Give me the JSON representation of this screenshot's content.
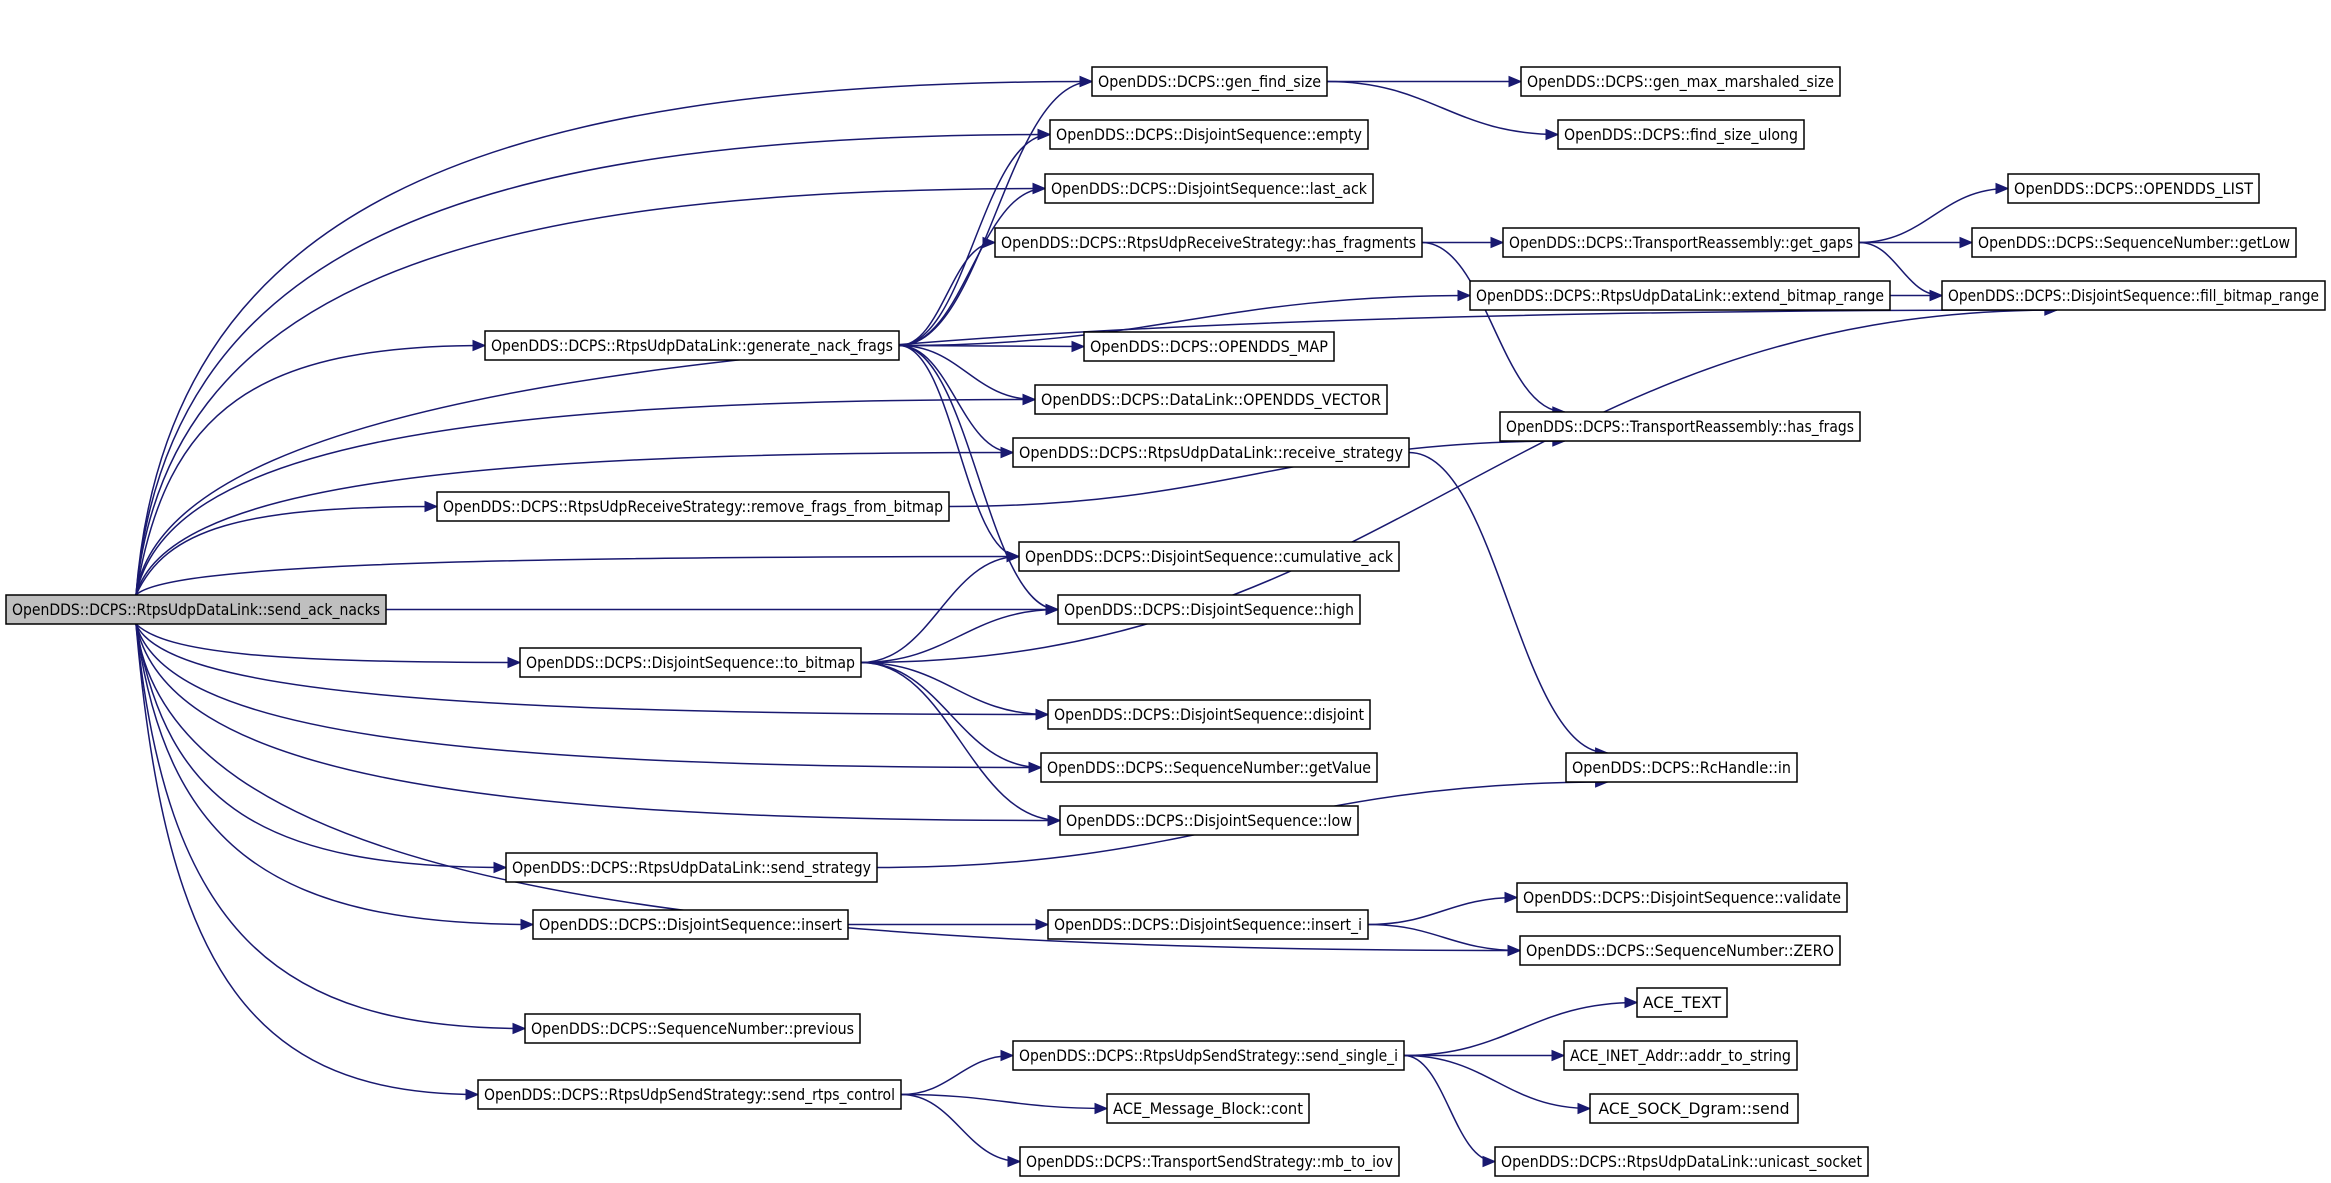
{
  "colors": {
    "edge": "#191970",
    "node_fill": "#ffffff",
    "root_fill": "#bfbfbf",
    "border": "#000000"
  },
  "nodes": [
    {
      "id": "n_root",
      "label": "OpenDDS::DCPS::RtpsUdpDataLink::send_ack_nacks"
    },
    {
      "id": "n_gen_find_size",
      "label": "OpenDDS::DCPS::gen_find_size"
    },
    {
      "id": "n_gen_max_marshaled_size",
      "label": "OpenDDS::DCPS::gen_max_marshaled_size"
    },
    {
      "id": "n_find_size_ulong",
      "label": "OpenDDS::DCPS::find_size_ulong"
    },
    {
      "id": "n_ds_empty",
      "label": "OpenDDS::DCPS::DisjointSequence::empty"
    },
    {
      "id": "n_ds_last_ack",
      "label": "OpenDDS::DCPS::DisjointSequence::last_ack"
    },
    {
      "id": "n_opendds_list",
      "label": "OpenDDS::DCPS::OPENDDS_LIST"
    },
    {
      "id": "n_has_fragments",
      "label": "OpenDDS::DCPS::RtpsUdpReceiveStrategy::has_fragments"
    },
    {
      "id": "n_get_gaps",
      "label": "OpenDDS::DCPS::TransportReassembly::get_gaps"
    },
    {
      "id": "n_sn_getlow",
      "label": "OpenDDS::DCPS::SequenceNumber::getLow"
    },
    {
      "id": "n_extend_bitmap",
      "label": "OpenDDS::DCPS::RtpsUdpDataLink::extend_bitmap_range"
    },
    {
      "id": "n_fill_bitmap",
      "label": "OpenDDS::DCPS::DisjointSequence::fill_bitmap_range"
    },
    {
      "id": "n_gen_nack_frags",
      "label": "OpenDDS::DCPS::RtpsUdpDataLink::generate_nack_frags"
    },
    {
      "id": "n_opendds_map",
      "label": "OpenDDS::DCPS::OPENDDS_MAP"
    },
    {
      "id": "n_opendds_vector",
      "label": "OpenDDS::DCPS::DataLink::OPENDDS_VECTOR"
    },
    {
      "id": "n_has_frags",
      "label": "OpenDDS::DCPS::TransportReassembly::has_frags"
    },
    {
      "id": "n_receive_strategy",
      "label": "OpenDDS::DCPS::RtpsUdpDataLink::receive_strategy"
    },
    {
      "id": "n_remove_frags",
      "label": "OpenDDS::DCPS::RtpsUdpReceiveStrategy::remove_frags_from_bitmap"
    },
    {
      "id": "n_cumulative_ack",
      "label": "OpenDDS::DCPS::DisjointSequence::cumulative_ack"
    },
    {
      "id": "n_high",
      "label": "OpenDDS::DCPS::DisjointSequence::high"
    },
    {
      "id": "n_to_bitmap",
      "label": "OpenDDS::DCPS::DisjointSequence::to_bitmap"
    },
    {
      "id": "n_disjoint",
      "label": "OpenDDS::DCPS::DisjointSequence::disjoint"
    },
    {
      "id": "n_getvalue",
      "label": "OpenDDS::DCPS::SequenceNumber::getValue"
    },
    {
      "id": "n_rchandle_in",
      "label": "OpenDDS::DCPS::RcHandle::in"
    },
    {
      "id": "n_low",
      "label": "OpenDDS::DCPS::DisjointSequence::low"
    },
    {
      "id": "n_send_strategy",
      "label": "OpenDDS::DCPS::RtpsUdpDataLink::send_strategy"
    },
    {
      "id": "n_validate",
      "label": "OpenDDS::DCPS::DisjointSequence::validate"
    },
    {
      "id": "n_insert",
      "label": "OpenDDS::DCPS::DisjointSequence::insert"
    },
    {
      "id": "n_insert_i",
      "label": "OpenDDS::DCPS::DisjointSequence::insert_i"
    },
    {
      "id": "n_zero",
      "label": "OpenDDS::DCPS::SequenceNumber::ZERO"
    },
    {
      "id": "n_ace_text",
      "label": "ACE_TEXT"
    },
    {
      "id": "n_previous",
      "label": "OpenDDS::DCPS::SequenceNumber::previous"
    },
    {
      "id": "n_send_single_i",
      "label": "OpenDDS::DCPS::RtpsUdpSendStrategy::send_single_i"
    },
    {
      "id": "n_addr_to_string",
      "label": "ACE_INET_Addr::addr_to_string"
    },
    {
      "id": "n_send_rtps_control",
      "label": "OpenDDS::DCPS::RtpsUdpSendStrategy::send_rtps_control"
    },
    {
      "id": "n_ace_cont",
      "label": "ACE_Message_Block::cont"
    },
    {
      "id": "n_dgram_send",
      "label": "ACE_SOCK_Dgram::send"
    },
    {
      "id": "n_mb_to_iov",
      "label": "OpenDDS::DCPS::TransportSendStrategy::mb_to_iov"
    },
    {
      "id": "n_unicast_socket",
      "label": "OpenDDS::DCPS::RtpsUdpDataLink::unicast_socket"
    }
  ],
  "edges": [
    [
      "n_root",
      "n_gen_nack_frags"
    ],
    [
      "n_root",
      "n_gen_find_size"
    ],
    [
      "n_root",
      "n_ds_empty"
    ],
    [
      "n_root",
      "n_ds_last_ack"
    ],
    [
      "n_root",
      "n_fill_bitmap"
    ],
    [
      "n_root",
      "n_opendds_vector"
    ],
    [
      "n_root",
      "n_receive_strategy"
    ],
    [
      "n_root",
      "n_remove_frags"
    ],
    [
      "n_root",
      "n_cumulative_ack"
    ],
    [
      "n_root",
      "n_high"
    ],
    [
      "n_root",
      "n_to_bitmap"
    ],
    [
      "n_root",
      "n_disjoint"
    ],
    [
      "n_root",
      "n_getvalue"
    ],
    [
      "n_root",
      "n_low"
    ],
    [
      "n_root",
      "n_send_strategy"
    ],
    [
      "n_root",
      "n_insert"
    ],
    [
      "n_root",
      "n_zero"
    ],
    [
      "n_root",
      "n_previous"
    ],
    [
      "n_root",
      "n_send_rtps_control"
    ],
    [
      "n_gen_find_size",
      "n_gen_max_marshaled_size"
    ],
    [
      "n_gen_find_size",
      "n_find_size_ulong"
    ],
    [
      "n_gen_nack_frags",
      "n_gen_find_size"
    ],
    [
      "n_gen_nack_frags",
      "n_ds_empty"
    ],
    [
      "n_gen_nack_frags",
      "n_ds_last_ack"
    ],
    [
      "n_gen_nack_frags",
      "n_has_fragments"
    ],
    [
      "n_gen_nack_frags",
      "n_extend_bitmap"
    ],
    [
      "n_gen_nack_frags",
      "n_opendds_map"
    ],
    [
      "n_gen_nack_frags",
      "n_opendds_vector"
    ],
    [
      "n_gen_nack_frags",
      "n_receive_strategy"
    ],
    [
      "n_gen_nack_frags",
      "n_cumulative_ack"
    ],
    [
      "n_gen_nack_frags",
      "n_high"
    ],
    [
      "n_has_fragments",
      "n_get_gaps"
    ],
    [
      "n_has_fragments",
      "n_has_frags"
    ],
    [
      "n_get_gaps",
      "n_opendds_list"
    ],
    [
      "n_get_gaps",
      "n_sn_getlow"
    ],
    [
      "n_get_gaps",
      "n_fill_bitmap"
    ],
    [
      "n_extend_bitmap",
      "n_fill_bitmap"
    ],
    [
      "n_receive_strategy",
      "n_rchandle_in"
    ],
    [
      "n_remove_frags",
      "n_has_frags"
    ],
    [
      "n_to_bitmap",
      "n_cumulative_ack"
    ],
    [
      "n_to_bitmap",
      "n_high"
    ],
    [
      "n_to_bitmap",
      "n_fill_bitmap"
    ],
    [
      "n_to_bitmap",
      "n_disjoint"
    ],
    [
      "n_to_bitmap",
      "n_getvalue"
    ],
    [
      "n_to_bitmap",
      "n_low"
    ],
    [
      "n_send_strategy",
      "n_rchandle_in"
    ],
    [
      "n_insert",
      "n_insert_i"
    ],
    [
      "n_insert_i",
      "n_validate"
    ],
    [
      "n_insert_i",
      "n_zero"
    ],
    [
      "n_send_rtps_control",
      "n_send_single_i"
    ],
    [
      "n_send_rtps_control",
      "n_ace_cont"
    ],
    [
      "n_send_rtps_control",
      "n_mb_to_iov"
    ],
    [
      "n_send_single_i",
      "n_ace_text"
    ],
    [
      "n_send_single_i",
      "n_addr_to_string"
    ],
    [
      "n_send_single_i",
      "n_dgram_send"
    ],
    [
      "n_send_single_i",
      "n_unicast_socket"
    ]
  ]
}
